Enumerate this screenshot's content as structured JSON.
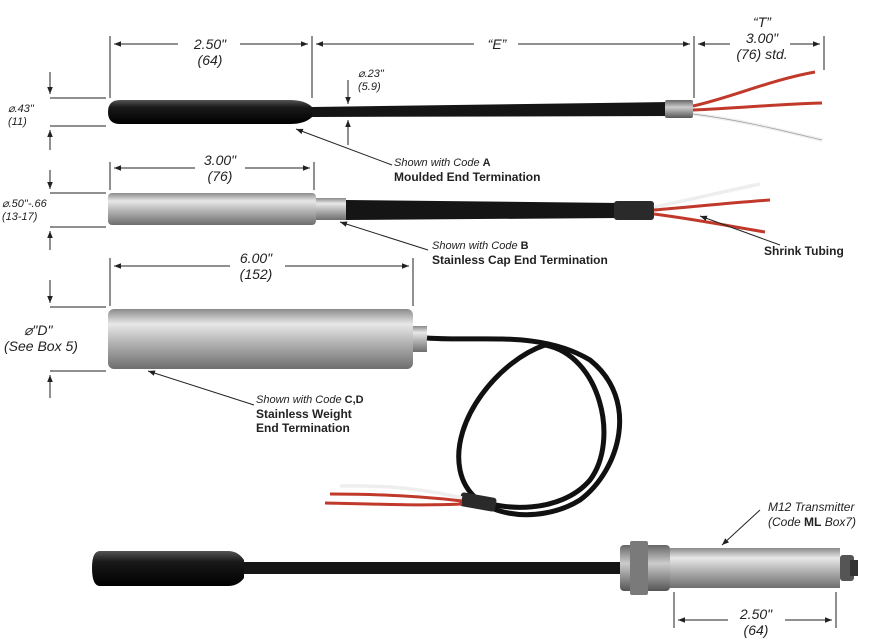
{
  "dims": {
    "a_len": "2.50\"",
    "a_len_mm": "(64)",
    "e_label": "“E”",
    "t_label": "“T”",
    "t_len": "3.00\"",
    "t_len_mm": "(76) std.",
    "cable_dia": "⌀.23\"",
    "cable_dia_mm": "(5.9)",
    "a_dia": "⌀.43\"",
    "a_dia_mm": "(11)",
    "b_len": "3.00\"",
    "b_len_mm": "(76)",
    "b_dia": "⌀.50\"-.66",
    "b_dia_mm": "(13-17)",
    "c_len": "6.00\"",
    "c_len_mm": "(152)",
    "c_dia": "⌀\"D\"",
    "c_dia_note": "(See Box 5)",
    "m12_len": "2.50\"",
    "m12_len_mm": "(64)"
  },
  "callouts": {
    "a_prefix": "Shown with Code",
    "a_code": "A",
    "a_title": "Moulded End Termination",
    "b_prefix": "Shown with Code",
    "b_code": "B",
    "b_title": "Stainless Cap End Termination",
    "c_prefix": "Shown with Code",
    "c_code": "C,D",
    "c_title1": "Stainless Weight",
    "c_title2": "End Termination",
    "shrink": "Shrink Tubing",
    "m12_title": "M12 Transmitter",
    "m12_code_pre": "(Code",
    "m12_code": "ML",
    "m12_code_post": "Box7)"
  },
  "colors": {
    "wire_red": "#c0392b",
    "wire_white": "#eeeeee",
    "steel": "#b8b8b8",
    "black": "#111111"
  }
}
